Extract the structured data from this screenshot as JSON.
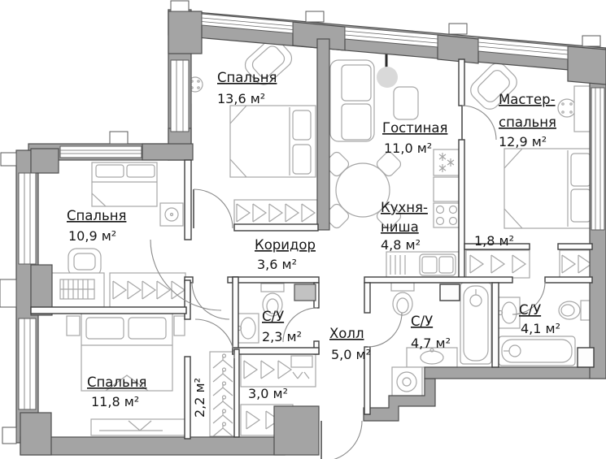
{
  "plan": {
    "type": "apartment-floor-plan",
    "colors": {
      "wall_fill": "#a4a4a4",
      "wall_outline": "#4d4d4d",
      "furniture_line": "#a6a6a6",
      "text": "#161616",
      "pendant_light": "#d9d9d9"
    }
  },
  "rooms": {
    "bedroom_top": {
      "name": "Спальня",
      "area": "13,6 м²"
    },
    "living": {
      "name": "Гостиная",
      "area": "11,0 м²"
    },
    "master": {
      "name1": "Мастер-",
      "name2": "спальня",
      "area": "12,9 м²"
    },
    "kitchen": {
      "name1": "Кухня-",
      "name2": "ниша",
      "area": "4,8 м²"
    },
    "niche": {
      "area": "1,8 м²"
    },
    "bedroom_left": {
      "name": "Спальня",
      "area": "10,9 м²"
    },
    "corridor": {
      "name": "Коридор",
      "area": "3,6 м²"
    },
    "wc_small": {
      "name": "С/У",
      "area": "2,3 м²"
    },
    "hall": {
      "name": "Холл",
      "area": "5,0 м²"
    },
    "wc_mid": {
      "name": "С/У",
      "area": "4,7 м²"
    },
    "wc_right": {
      "name": "С/У",
      "area": "4,1 м²"
    },
    "bedroom_bottom": {
      "name": "Спальня",
      "area": "11,8 м²"
    },
    "closet_22": {
      "area": "2,2 м²"
    },
    "closet_30": {
      "area": "3,0 м²"
    }
  }
}
